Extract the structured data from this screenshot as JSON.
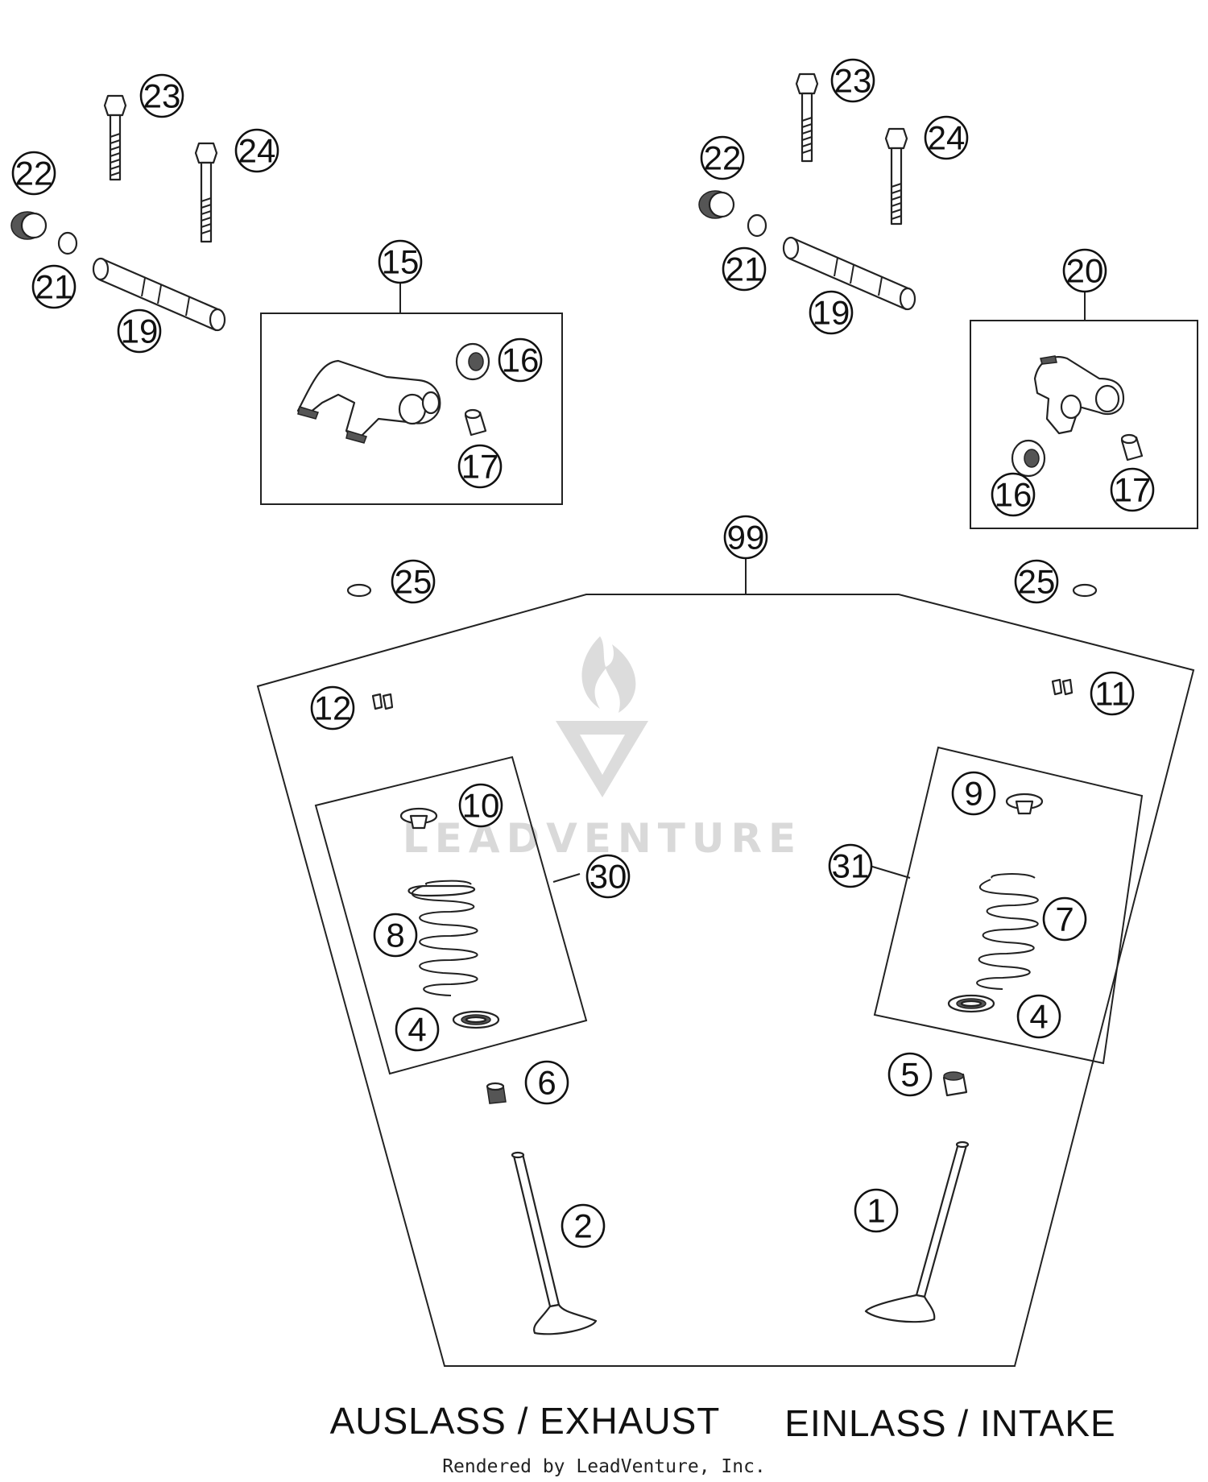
{
  "captions": {
    "exhaust": "AUSLASS / EXHAUST",
    "intake": "EINLASS / INTAKE"
  },
  "footer": "Rendered by LeadVenture, Inc.",
  "watermark": "LEADVENTURE",
  "callouts": {
    "c23_left": "23",
    "c24_left": "24",
    "c22_left": "22",
    "c21_left": "21",
    "c19_left": "19",
    "c15": "15",
    "c16_left": "16",
    "c17_left": "17",
    "c23_right": "23",
    "c24_right": "24",
    "c22_right": "22",
    "c21_right": "21",
    "c19_right": "19",
    "c20": "20",
    "c16_right": "16",
    "c17_right": "17",
    "c99": "99",
    "c25_left": "25",
    "c25_right": "25",
    "c12": "12",
    "c11": "11",
    "c10": "10",
    "c30": "30",
    "c8": "8",
    "c4_left": "4",
    "c9": "9",
    "c31": "31",
    "c7": "7",
    "c4_right": "4",
    "c6": "6",
    "c5": "5",
    "c2": "2",
    "c1": "1"
  }
}
